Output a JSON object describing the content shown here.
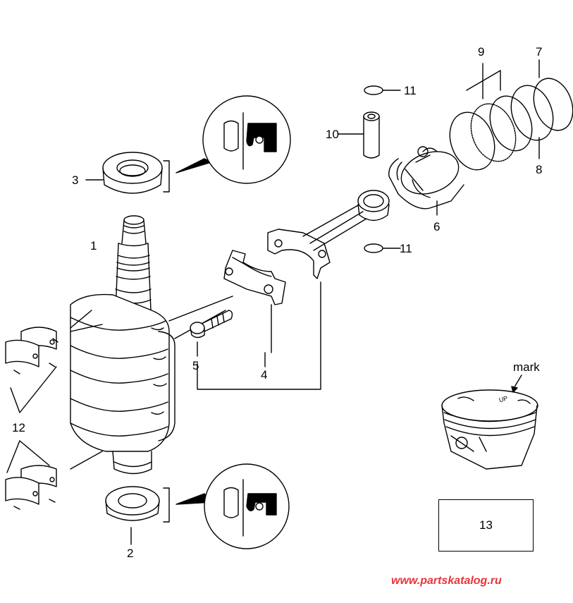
{
  "callouts": {
    "c1": "1",
    "c2": "2",
    "c3": "3",
    "c4": "4",
    "c5": "5",
    "c6": "6",
    "c7": "7",
    "c8": "8",
    "c9": "9",
    "c10": "10",
    "c11a": "11",
    "c11b": "11",
    "c12": "12",
    "c13": "13",
    "mark": "mark"
  },
  "watermark": "www.partskatalog.ru",
  "piston_mark_text": "UP"
}
